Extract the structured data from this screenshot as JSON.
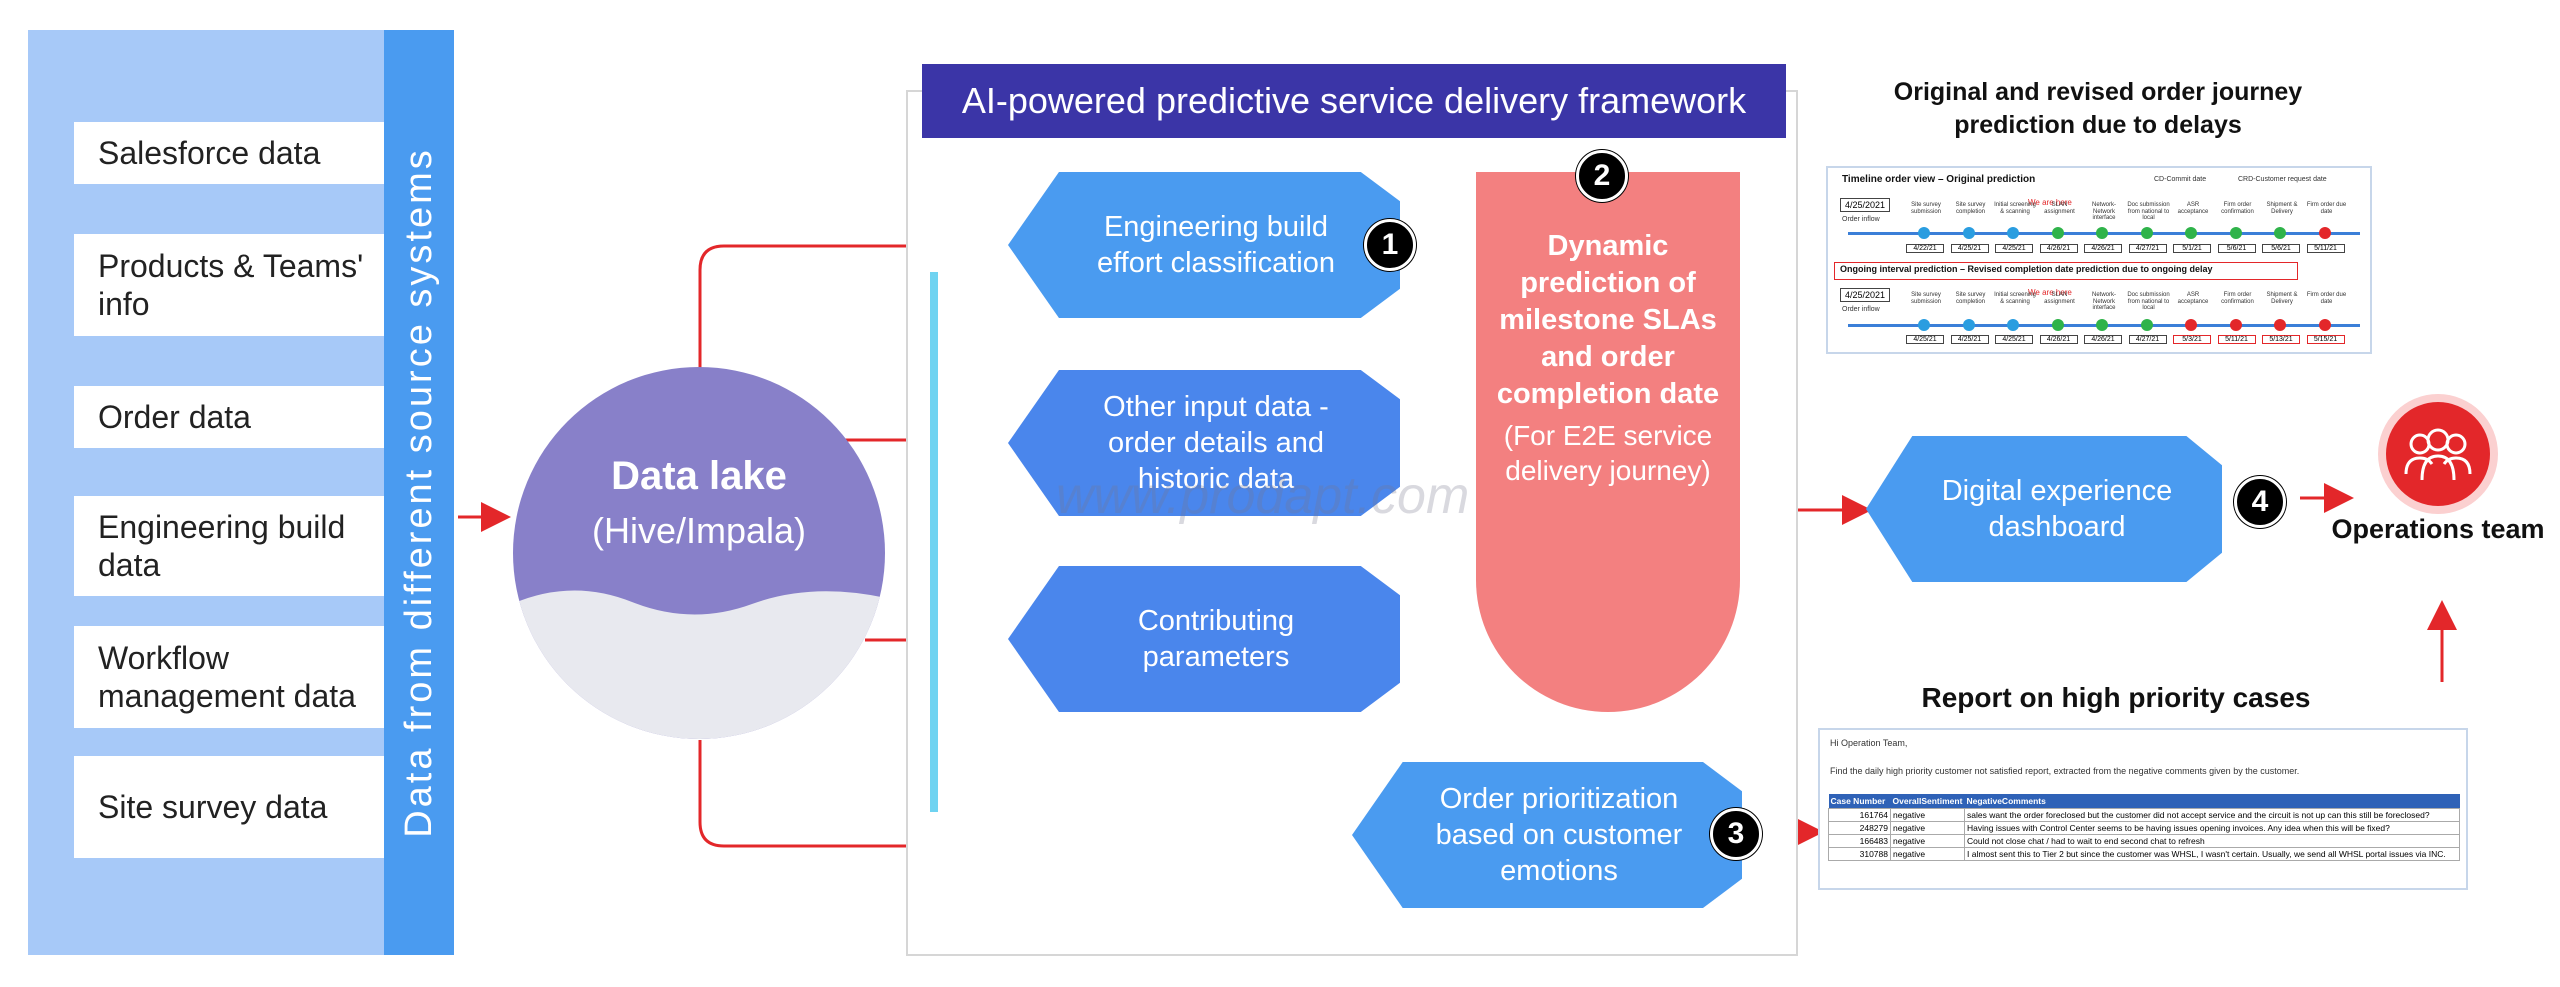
{
  "sources": {
    "strip_label": "Data from different source systems",
    "items": [
      "Salesforce data",
      "Products & Teams' info",
      "Order data",
      "Engineering build data",
      "Workflow management data",
      "Site survey data"
    ]
  },
  "data_lake": {
    "title": "Data lake",
    "subtitle": "(Hive/Impala)"
  },
  "framework": {
    "title": "AI-powered predictive service delivery framework",
    "inputs": [
      "Engineering build effort classification",
      "Other input data - order details and historic data",
      "Contributing parameters"
    ],
    "prediction": {
      "badge": "2",
      "title": "Dynamic prediction of milestone SLAs and order completion date",
      "note": "(For E2E service delivery journey)"
    },
    "prioritization": "Order prioritization based on customer emotions"
  },
  "badges": {
    "one": "1",
    "three": "3",
    "four": "4"
  },
  "dashboard": "Digital experience dashboard",
  "ops_team": {
    "label": "Operations team"
  },
  "journey": {
    "heading": "Original and revised order journey prediction due to delays",
    "original_title": "Timeline order view – Original prediction",
    "legend": [
      "CD-Commit date",
      "CRD-Customer request date"
    ],
    "start_date": "4/25/2021",
    "order_inflow": "Order inflow",
    "milestones": [
      "Site survey submission",
      "Site survey completion",
      "Initial screening & scanning",
      "SLAN assignment",
      "Network-Network interface",
      "Doc submission from national to local",
      "ASR acceptance",
      "Firm order confirmation",
      "Shipment & Delivery",
      "Firm order due date"
    ],
    "we_are_here": "We are here",
    "original_dates": [
      "4/22/21",
      "4/25/21",
      "4/25/21",
      "4/26/21",
      "4/26/21",
      "4/27/21",
      "5/1/21",
      "5/6/21",
      "5/6/21",
      "5/11/21"
    ],
    "revised_title": "Ongoing interval prediction – Revised completion date prediction due to ongoing delay",
    "revised_dates": [
      "4/25/21",
      "4/25/21",
      "4/25/21",
      "4/26/21",
      "4/26/21",
      "4/27/21",
      "5/3/21",
      "5/11/21",
      "5/13/21",
      "5/15/21"
    ]
  },
  "report": {
    "heading": "Report on high priority cases",
    "greeting": "Hi Operation Team,",
    "intro": "Find the daily high priority customer not satisfied report, extracted from the negative comments given by the customer.",
    "columns": [
      "Case Number",
      "OverallSentiment",
      "NegativeComments"
    ],
    "rows": [
      [
        "161764",
        "negative",
        "sales want the order foreclosed but the customer did not accept service and the circuit is not up can this still be foreclosed?"
      ],
      [
        "248279",
        "negative",
        "Having issues with Control Center seems to be having issues opening invoices.  Any idea when this will be fixed?"
      ],
      [
        "166483",
        "negative",
        "Could not close chat / had to wait to end second chat to refresh"
      ],
      [
        "310788",
        "negative",
        "I almost sent this to Tier 2 but since the customer was WHSL, I wasn't certain.  Usually, we send all WHSL portal issues via INC."
      ]
    ]
  },
  "watermark": "www.prodapt.com",
  "colors": {
    "blue": "#4a9bf0",
    "indigo": "#3b35a7",
    "pink": "#f38080",
    "red_arrow": "#e3272a",
    "lake": "#8880c9"
  }
}
